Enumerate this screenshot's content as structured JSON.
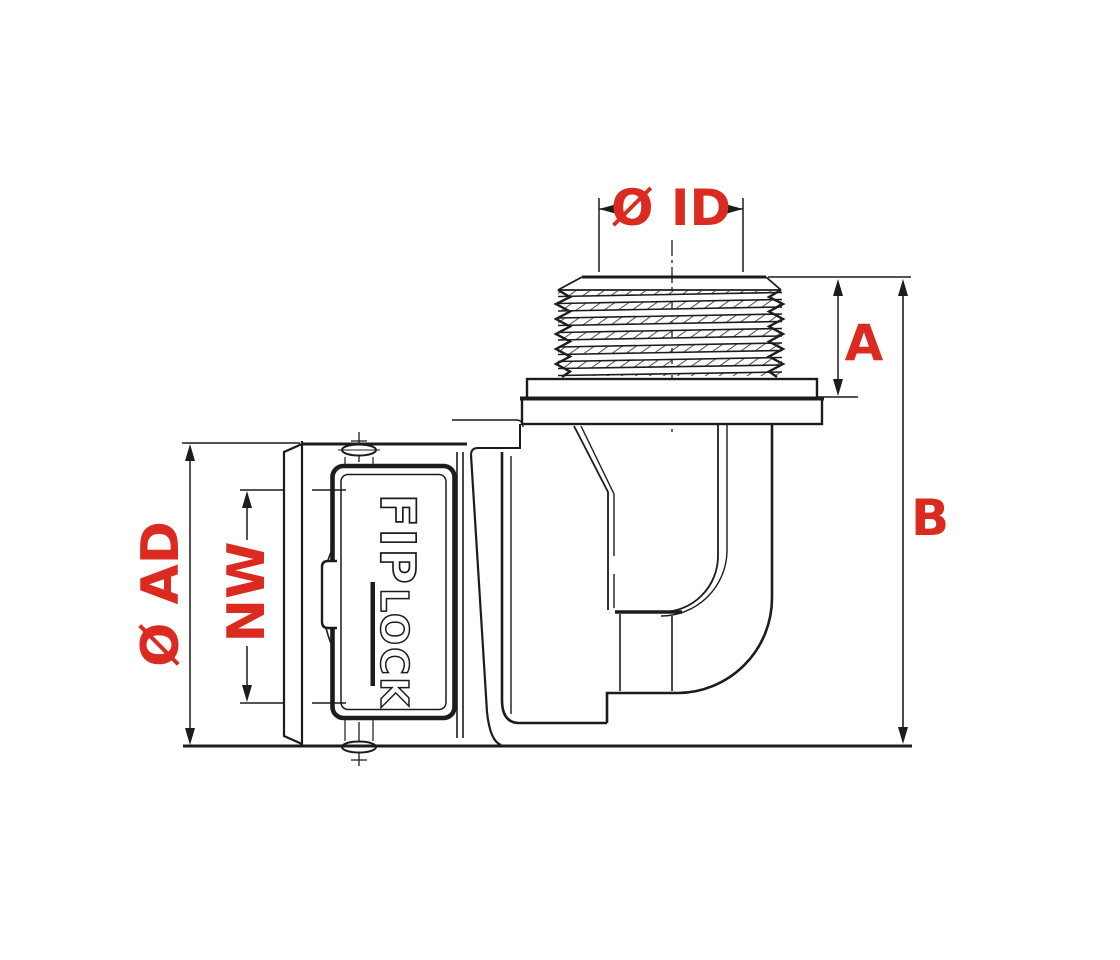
{
  "drawing": {
    "title": "Technical line drawing of a FIPLOCK 90-degree elbow conduit fitting with male thread",
    "background_color": "#ffffff",
    "line_color": "#1c1c1c",
    "accent_color": "#db2b21",
    "labels": {
      "inner_diameter": "Ø ID",
      "thread_length": "A",
      "total_height": "B",
      "outer_diameter": "Ø AD",
      "nominal_width": "NW"
    },
    "logo": {
      "line1": "FIP",
      "line2": "LOCK"
    }
  }
}
